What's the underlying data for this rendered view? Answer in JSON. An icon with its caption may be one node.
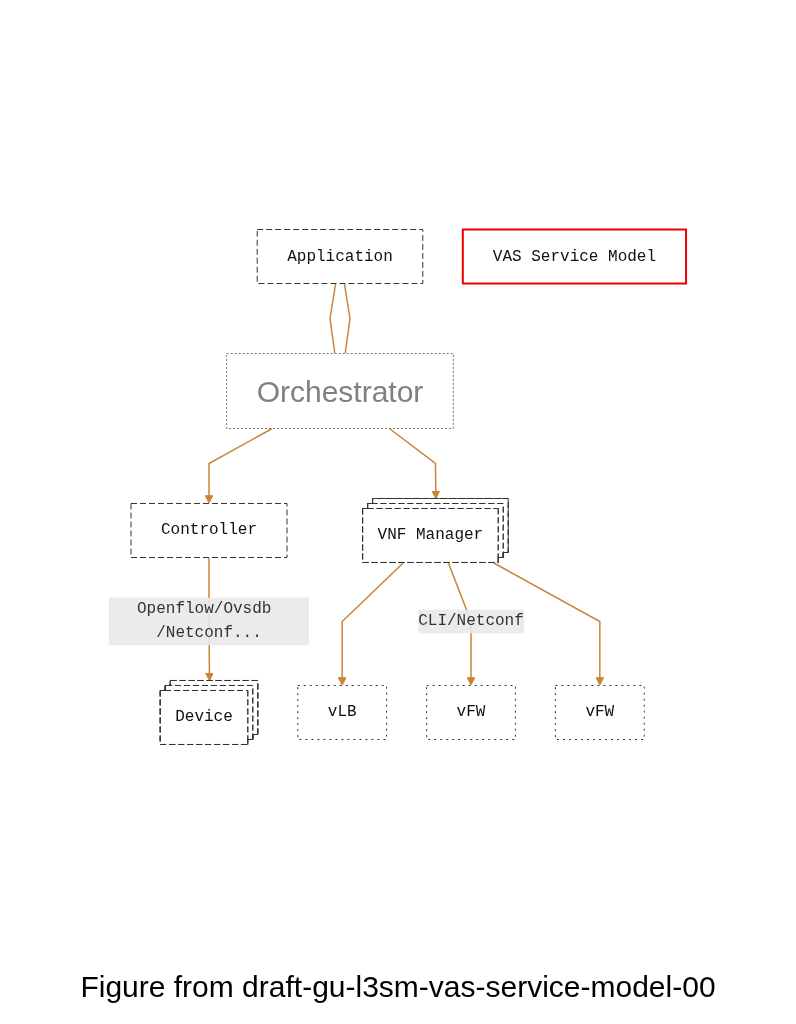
{
  "diagram": {
    "caption": "Figure from draft-gu-l3sm-vas-service-model-00",
    "nodes": [
      {
        "text": [
          "Application"
        ]
      },
      {
        "text": [
          "VAS Service Model"
        ]
      },
      {
        "text": [
          "Orchestrator"
        ]
      },
      {
        "text": [
          "Controller"
        ]
      },
      {
        "text": [
          "VNF Manager"
        ]
      },
      {
        "text": [
          "Device"
        ]
      },
      {
        "text": [
          "vLB"
        ]
      },
      {
        "text": [
          "vFW"
        ]
      },
      {
        "text": [
          "vFW"
        ]
      }
    ],
    "edges": [
      {
        "from": 0,
        "to": 2,
        "arrow": "none"
      },
      {
        "from": 0,
        "to": 2,
        "arrow": "none"
      },
      {
        "from": 2,
        "to": 3,
        "arrow": "to"
      },
      {
        "from": 2,
        "to": 4,
        "arrow": "to"
      },
      {
        "from": 3,
        "to": 5,
        "arrow": "to",
        "label": "Openflow/Ovsdb /Netconf..."
      },
      {
        "from": 4,
        "to": 6,
        "arrow": "to"
      },
      {
        "from": 4,
        "to": 7,
        "arrow": "to",
        "label": "CLI/Netconf"
      },
      {
        "from": 4,
        "to": 8,
        "arrow": "to"
      }
    ]
  }
}
